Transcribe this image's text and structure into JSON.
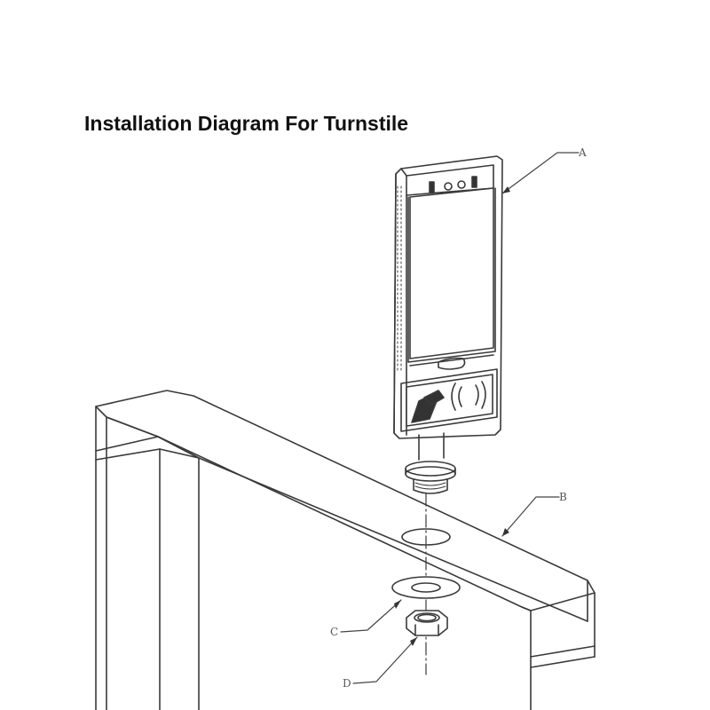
{
  "title": "Installation Diagram For Turnstile",
  "callouts": {
    "a": "A",
    "b": "B",
    "c": "C",
    "d": "D"
  },
  "line_color": "#3a3a3a"
}
